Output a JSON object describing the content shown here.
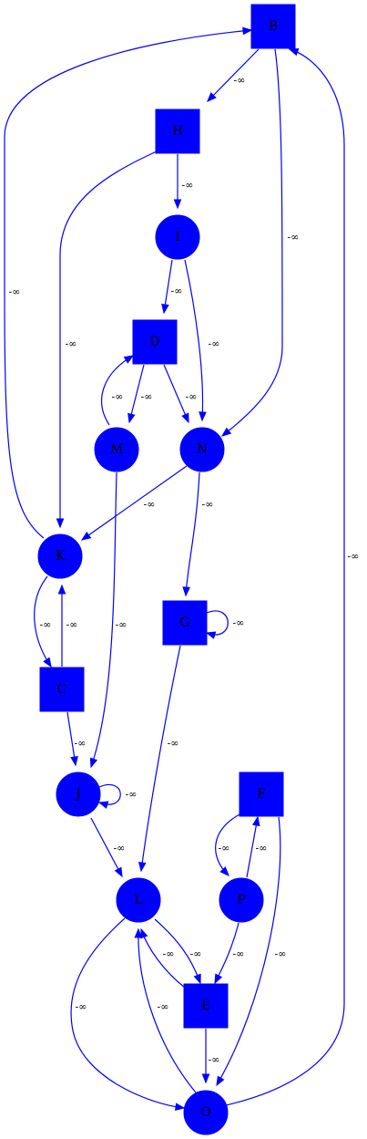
{
  "nodes": [
    {
      "id": "B",
      "label": "B",
      "shape": "box"
    },
    {
      "id": "H",
      "label": "H",
      "shape": "box"
    },
    {
      "id": "I",
      "label": "I",
      "shape": "circle"
    },
    {
      "id": "D",
      "label": "D",
      "shape": "box"
    },
    {
      "id": "M",
      "label": "M",
      "shape": "circle"
    },
    {
      "id": "N",
      "label": "N",
      "shape": "circle"
    },
    {
      "id": "K",
      "label": "K",
      "shape": "circle"
    },
    {
      "id": "G",
      "label": "G",
      "shape": "box"
    },
    {
      "id": "C",
      "label": "C",
      "shape": "box"
    },
    {
      "id": "J",
      "label": "J",
      "shape": "circle"
    },
    {
      "id": "F",
      "label": "F",
      "shape": "box"
    },
    {
      "id": "L",
      "label": "L",
      "shape": "circle"
    },
    {
      "id": "P",
      "label": "P",
      "shape": "circle"
    },
    {
      "id": "E",
      "label": "E",
      "shape": "box"
    },
    {
      "id": "O",
      "label": "O",
      "shape": "circle"
    }
  ],
  "edges": [
    {
      "from": "B",
      "to": "H",
      "label": "-∞"
    },
    {
      "from": "B",
      "to": "N",
      "label": "-∞"
    },
    {
      "from": "H",
      "to": "I",
      "label": "-∞"
    },
    {
      "from": "H",
      "to": "K",
      "label": "-∞"
    },
    {
      "from": "I",
      "to": "D",
      "label": "-∞"
    },
    {
      "from": "I",
      "to": "N",
      "label": "-∞"
    },
    {
      "from": "D",
      "to": "M",
      "label": "-∞"
    },
    {
      "from": "D",
      "to": "N",
      "label": "-∞"
    },
    {
      "from": "M",
      "to": "D",
      "label": "-∞"
    },
    {
      "from": "M",
      "to": "J",
      "label": "-∞"
    },
    {
      "from": "N",
      "to": "K",
      "label": "-∞"
    },
    {
      "from": "N",
      "to": "G",
      "label": "-∞"
    },
    {
      "from": "K",
      "to": "B",
      "label": "-∞"
    },
    {
      "from": "K",
      "to": "C",
      "label": "-∞"
    },
    {
      "from": "C",
      "to": "K",
      "label": "-∞"
    },
    {
      "from": "C",
      "to": "J",
      "label": "-∞"
    },
    {
      "from": "G",
      "to": "G",
      "label": "-∞"
    },
    {
      "from": "G",
      "to": "L",
      "label": "-∞"
    },
    {
      "from": "J",
      "to": "J",
      "label": "-∞"
    },
    {
      "from": "J",
      "to": "L",
      "label": "-∞"
    },
    {
      "from": "F",
      "to": "P",
      "label": "-∞"
    },
    {
      "from": "F",
      "to": "O",
      "label": "-∞"
    },
    {
      "from": "P",
      "to": "F",
      "label": "-∞"
    },
    {
      "from": "P",
      "to": "E",
      "label": "-∞"
    },
    {
      "from": "L",
      "to": "E",
      "label": "-∞"
    },
    {
      "from": "L",
      "to": "O",
      "label": "-∞"
    },
    {
      "from": "E",
      "to": "L",
      "label": "-∞"
    },
    {
      "from": "E",
      "to": "O",
      "label": "-∞"
    },
    {
      "from": "O",
      "to": "L",
      "label": "-∞"
    },
    {
      "from": "O",
      "to": "B",
      "label": "-∞"
    }
  ]
}
